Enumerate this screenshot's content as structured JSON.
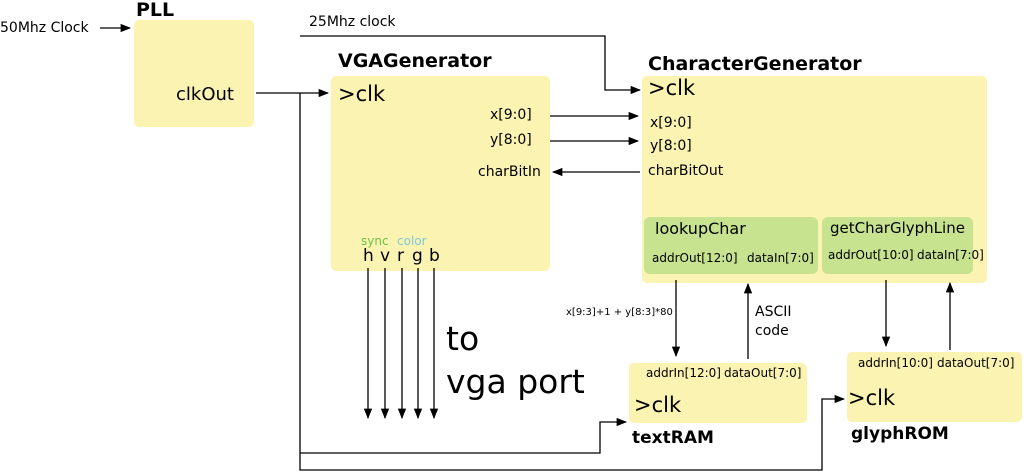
{
  "clock_in": "50Mhz Clock",
  "clock_25": "25Mhz clock",
  "pll": {
    "title": "PLL",
    "clk_out": "clkOut"
  },
  "vga": {
    "title": "VGAGenerator",
    "clk": ">clk",
    "x": "x[9:0]",
    "y": "y[8:0]",
    "char_bit_in": "charBitIn",
    "sync_label": "sync",
    "color_label": "color",
    "out_h": "h",
    "out_v": "v",
    "out_r": "r",
    "out_g": "g",
    "out_b": "b",
    "sync_color": "#6cc24a",
    "color_color": "#7ec8d8"
  },
  "cg": {
    "title": "CharacterGenerator",
    "clk": ">clk",
    "x": "x[9:0]",
    "y": "y[8:0]",
    "char_bit_out": "charBitOut",
    "lookup": {
      "title": "lookupChar",
      "addr": "addrOut[12:0]",
      "data": "dataIn[7:0]"
    },
    "glyph_line": {
      "title": "getCharGlyphLine",
      "addr": "addrOut[10:0]",
      "data": "dataIn[7:0]"
    }
  },
  "text_ram": {
    "title": "textRAM",
    "addr": "addrIn[12:0]",
    "data": "dataOut[7:0]",
    "clk": ">clk"
  },
  "glyph_rom": {
    "title": "glyphROM",
    "addr": "addrIn[10:0]",
    "data": "dataOut[7:0]",
    "clk": ">clk"
  },
  "addr_formula": "x[9:3]+1 + y[8:3]*80",
  "ascii_label": [
    "ASCII",
    "code"
  ],
  "to_vga": [
    "to",
    "vga port"
  ]
}
